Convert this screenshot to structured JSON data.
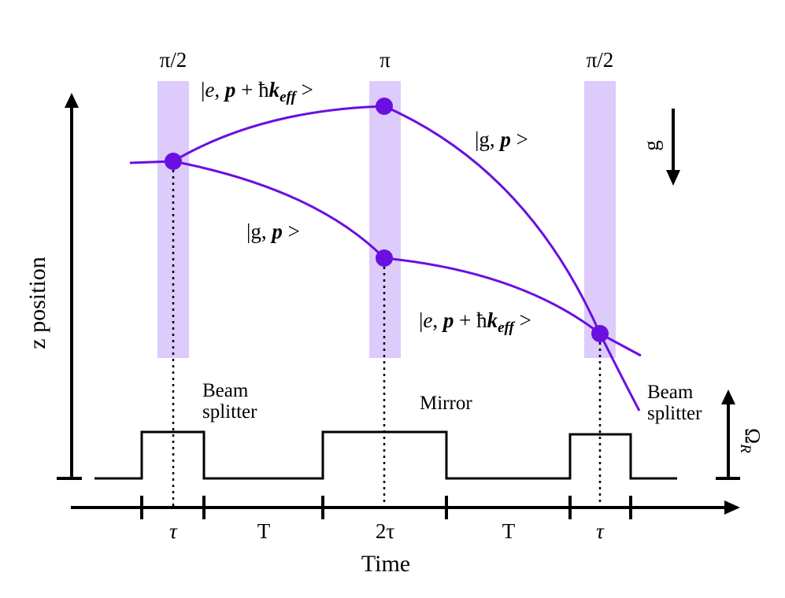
{
  "colors": {
    "trajectory": "#6a0fe0",
    "pulse_band": "#dccbfb",
    "node": "#6a0fe0",
    "ink": "#000000"
  },
  "pulses": [
    {
      "label": "π/2"
    },
    {
      "label": "π"
    },
    {
      "label": "π/2"
    }
  ],
  "states": {
    "excited_top": {
      "prefix": "|",
      "e": "e",
      "comma": ", ",
      "p": "p",
      "plus": " + ħ",
      "k": "k",
      "sub": "eff",
      "close": " >"
    },
    "ground_right": {
      "prefix": "|g, ",
      "p": "p",
      "close": " >"
    },
    "ground_mid": {
      "prefix": "|g, ",
      "p": "p",
      "close": " >"
    },
    "excited_bottom": {
      "prefix": "|",
      "e": "e",
      "comma": ", ",
      "p": "p",
      "plus": " + ħ",
      "k": "k",
      "sub": "eff",
      "close": " >"
    }
  },
  "gravity_label": "g",
  "annotations": {
    "beam_splitter_1": [
      "Beam",
      "splitter"
    ],
    "mirror": "Mirror",
    "beam_splitter_2": [
      "Beam",
      "splitter"
    ]
  },
  "axes": {
    "y_label": "z position",
    "x_label": "Time",
    "rabi_label": "Ω",
    "rabi_sub": "R"
  },
  "time_intervals": [
    "τ",
    "T",
    "2τ",
    "T",
    "τ"
  ]
}
